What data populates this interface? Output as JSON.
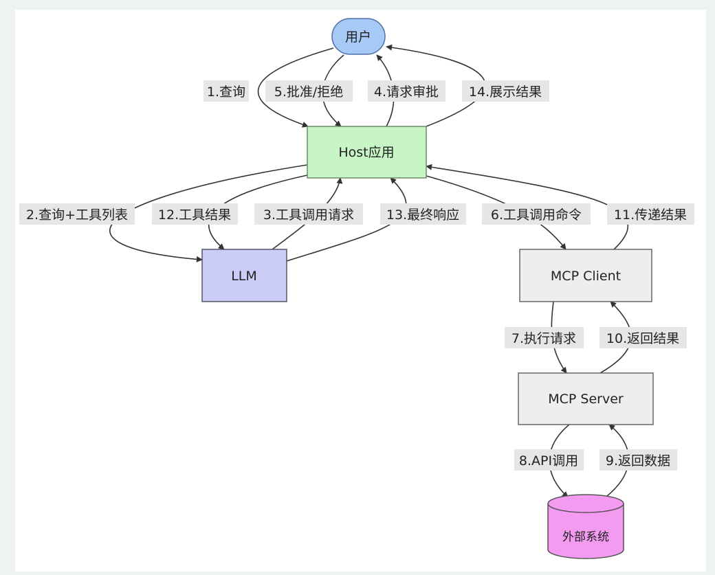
{
  "diagram": {
    "nodes": {
      "user": {
        "label": "用户",
        "shape": "stadium",
        "fill": "#a7c9f5",
        "stroke": "#4d6fa8"
      },
      "host": {
        "label": "Host应用",
        "shape": "rect",
        "fill": "#c8f5c5",
        "stroke": "#6a8a66"
      },
      "llm": {
        "label": "LLM",
        "shape": "rect",
        "fill": "#ccccf8",
        "stroke": "#555566"
      },
      "mcp_client": {
        "label": "MCP Client",
        "shape": "rect",
        "fill": "#eeeeee",
        "stroke": "#666666"
      },
      "mcp_server": {
        "label": "MCP Server",
        "shape": "rect",
        "fill": "#eeeeee",
        "stroke": "#666666"
      },
      "external": {
        "label": "外部系统",
        "shape": "cylinder",
        "fill": "#f29bf0",
        "stroke": "#555555"
      }
    },
    "edges": {
      "e1": {
        "from": "user",
        "to": "host",
        "label": "1.查询"
      },
      "e2": {
        "from": "host",
        "to": "llm",
        "label": "2.查询+工具列表"
      },
      "e3": {
        "from": "llm",
        "to": "host",
        "label": "3.工具调用请求"
      },
      "e4": {
        "from": "host",
        "to": "user",
        "label": "4.请求审批"
      },
      "e5": {
        "from": "user",
        "to": "host",
        "label": "5.批准/拒绝"
      },
      "e6": {
        "from": "host",
        "to": "mcp_client",
        "label": "6.工具调用命令"
      },
      "e7": {
        "from": "mcp_client",
        "to": "mcp_server",
        "label": "7.执行请求"
      },
      "e8": {
        "from": "mcp_server",
        "to": "external",
        "label": "8.API调用"
      },
      "e9": {
        "from": "external",
        "to": "mcp_server",
        "label": "9.返回数据"
      },
      "e10": {
        "from": "mcp_server",
        "to": "mcp_client",
        "label": "10.返回结果"
      },
      "e11": {
        "from": "mcp_client",
        "to": "host",
        "label": "11.传递结果"
      },
      "e12": {
        "from": "host",
        "to": "llm",
        "label": "12.工具结果"
      },
      "e13": {
        "from": "llm",
        "to": "host",
        "label": "13.最终响应"
      },
      "e14": {
        "from": "host",
        "to": "user",
        "label": "14.展示结果"
      }
    }
  }
}
